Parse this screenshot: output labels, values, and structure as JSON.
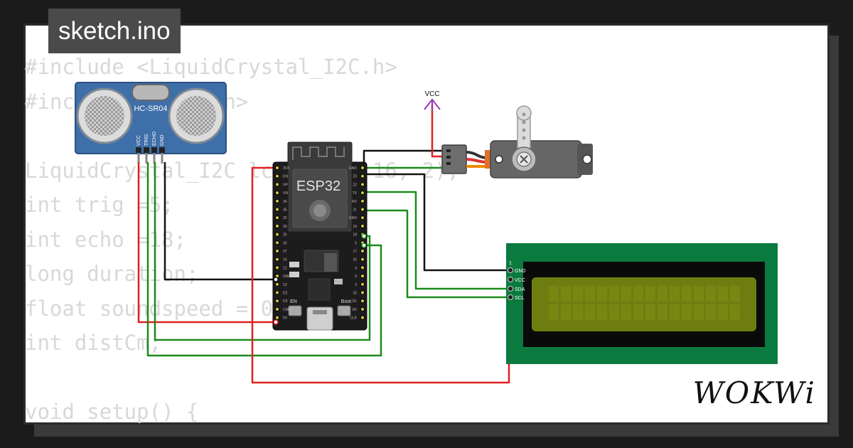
{
  "title": "sketch.ino",
  "code_lines": [
    "#include <LiquidCrystal_I2C.h>",
    "#include <Servo.h>",
    "",
    "LiquidCrystal_I2C lcd(0x27, 16, 2);",
    "int trig =5;",
    "int echo =18;",
    "long duration;",
    "float soundspeed = 0.034;",
    "int distCm;",
    "",
    "void setup() {"
  ],
  "sensor": {
    "label": "HC-SR04",
    "pins": [
      "VCC",
      "TRIG",
      "ECHO",
      "GND"
    ]
  },
  "board": {
    "label": "ESP32",
    "en_label": "EN",
    "boot_label": "Boot",
    "left_pins": [
      "3V3",
      "EN",
      "VP",
      "VN",
      "34",
      "35",
      "32",
      "33",
      "25",
      "26",
      "27",
      "14",
      "12",
      "GND",
      "13",
      "D2",
      "D3",
      "CMD",
      "5V"
    ],
    "right_pins": [
      "GND",
      "23",
      "22",
      "TX",
      "RX",
      "21",
      "GND",
      "19",
      "18",
      "5",
      "17",
      "16",
      "4",
      "0",
      "2",
      "15",
      "D1",
      "D0",
      "CLK"
    ]
  },
  "power": {
    "label": "VCC"
  },
  "lcd": {
    "pin1": "1",
    "pins": [
      "GND",
      "VCC",
      "SDA",
      "SCL"
    ]
  },
  "brand": "WOKWi",
  "colors": {
    "wire_red": "#e02020",
    "wire_green": "#1a8a1a",
    "wire_black": "#111111",
    "vcc_purple": "#9b35b8",
    "lcd_board": "#0b7a3e",
    "lcd_screen": "#6e7d10"
  }
}
